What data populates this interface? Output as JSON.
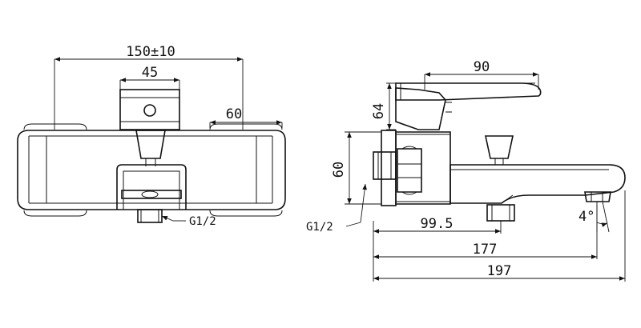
{
  "dimensions": {
    "front_width": "150±10",
    "handle_width": "45",
    "right_body_width": "60",
    "front_thread": "G1/2",
    "lever_length": "90",
    "lever_height": "64",
    "body_height": "60",
    "side_thread": "G1/2",
    "spout_reach_1": "99.5",
    "spout_reach_2": "177",
    "overall_length": "197",
    "spout_angle": "4°"
  }
}
